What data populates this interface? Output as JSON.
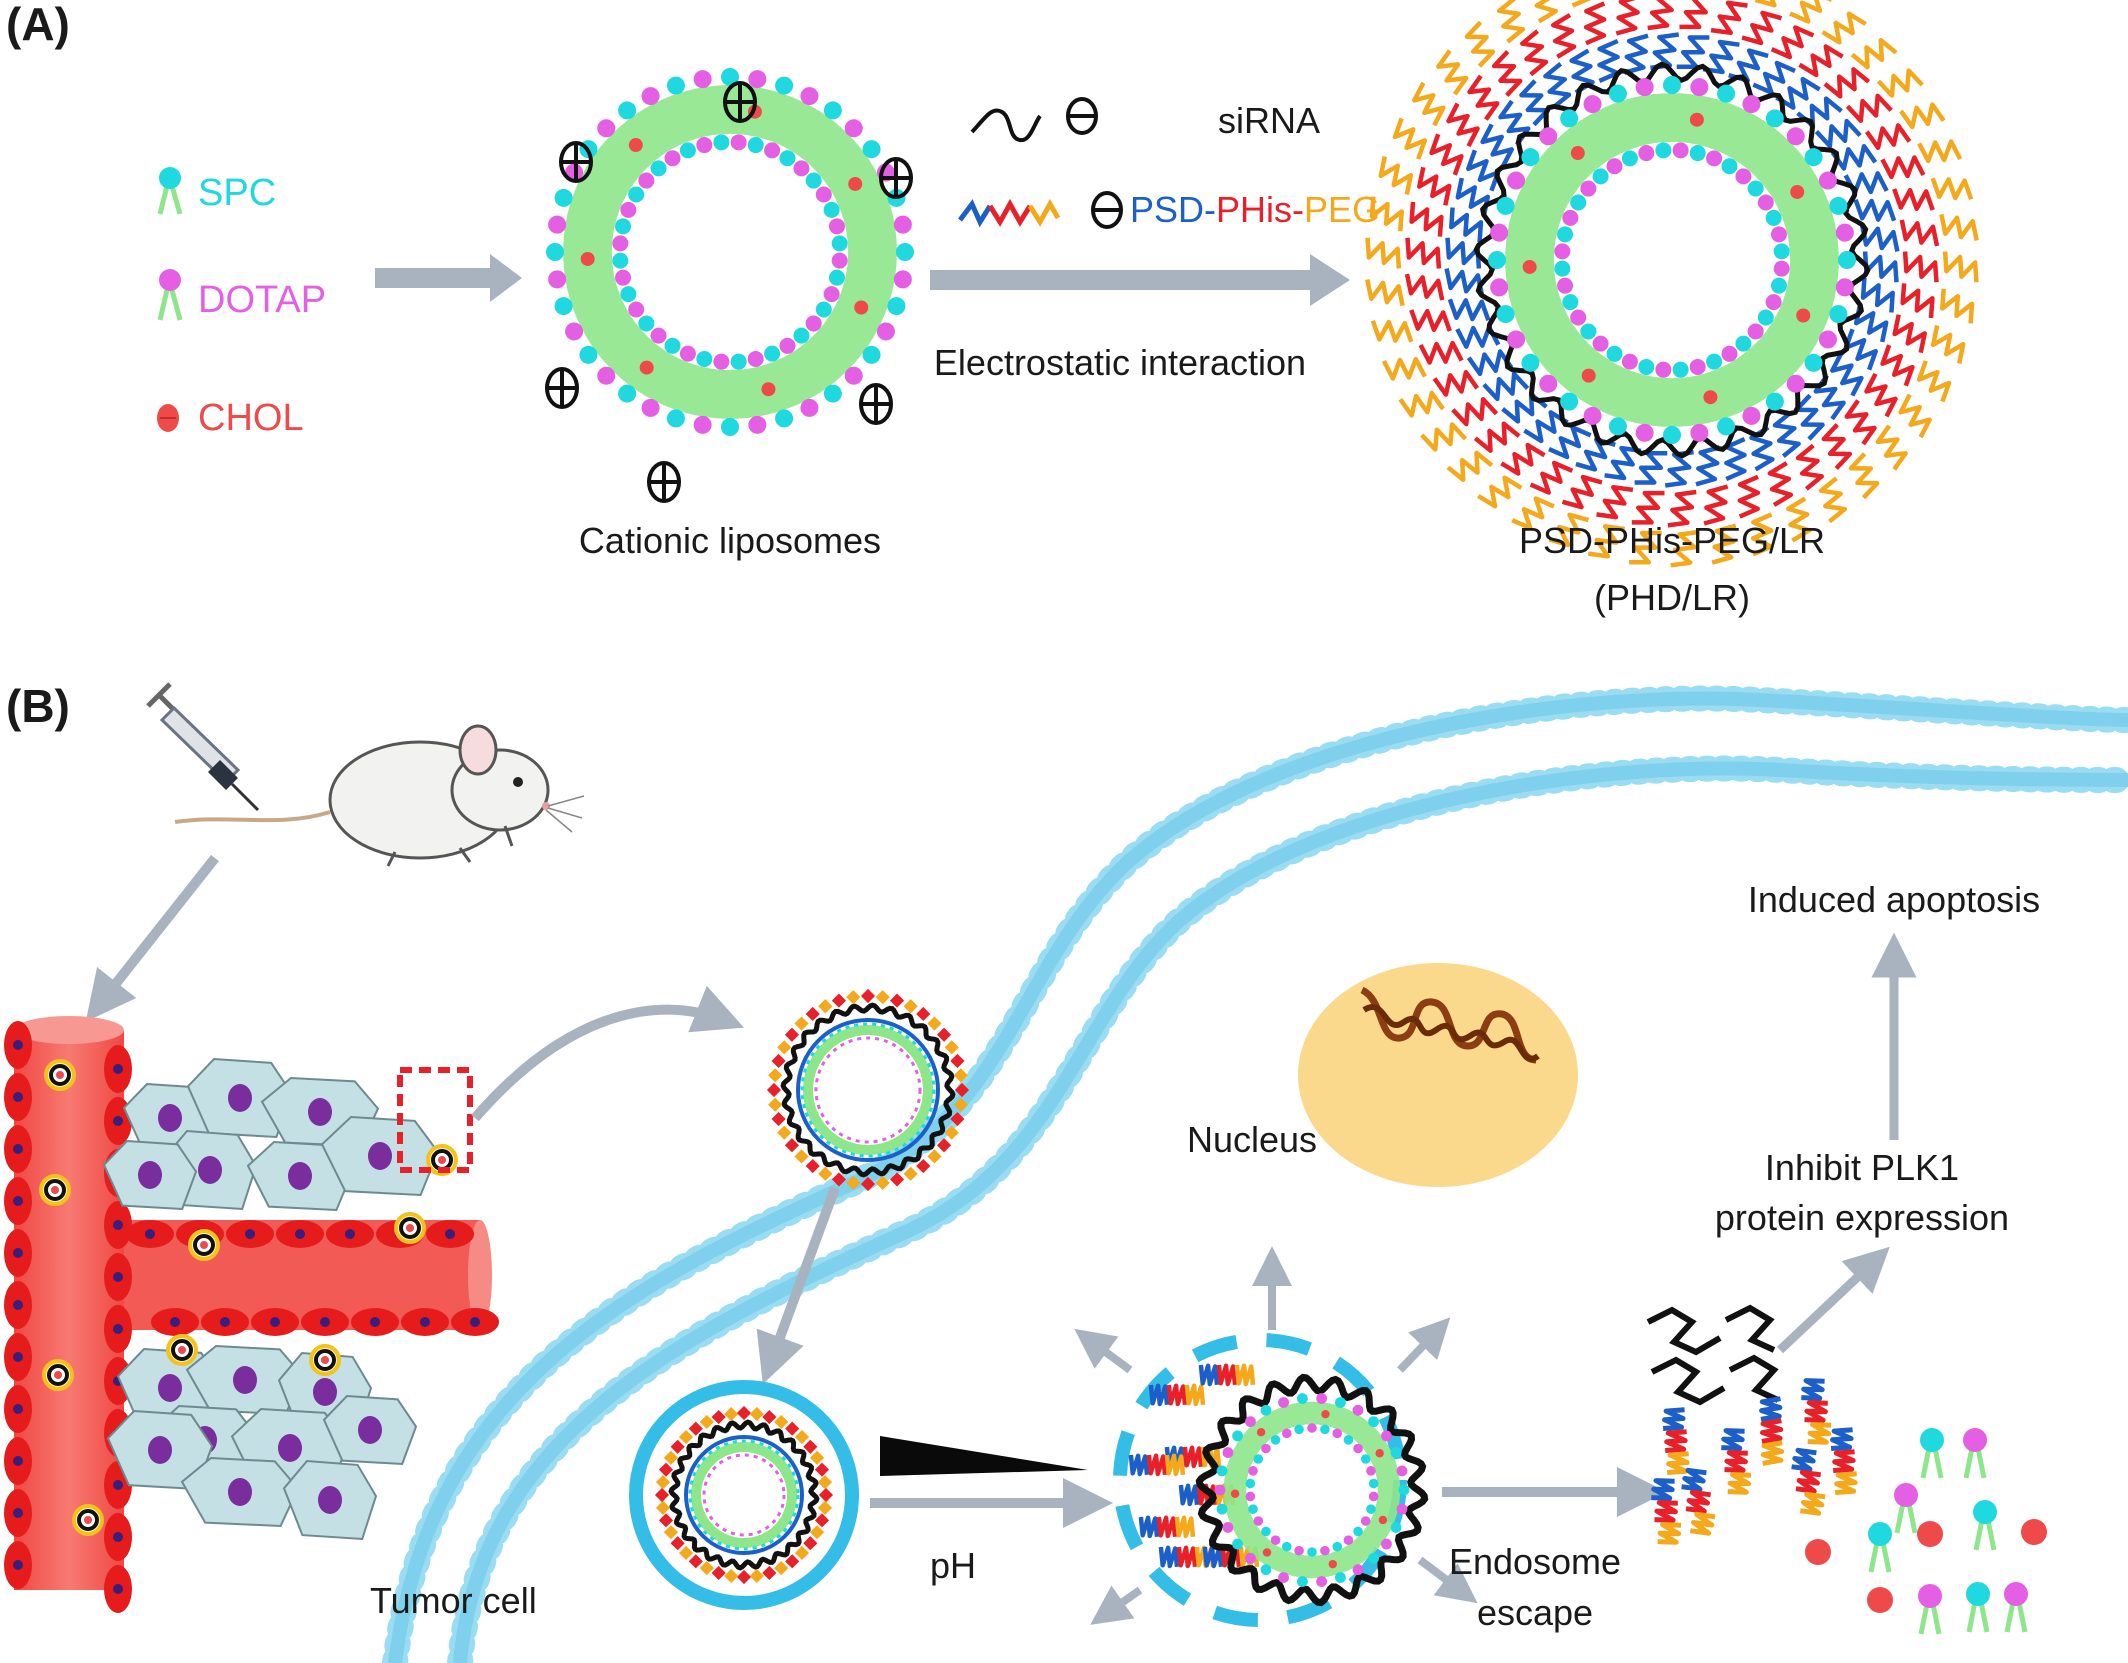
{
  "panel_a": {
    "label": "(A)",
    "legend": [
      {
        "text": "SPC",
        "color": "#1fd8e0"
      },
      {
        "text": "DOTAP",
        "color": "#e45fe3"
      },
      {
        "text": "CHOL",
        "color": "#ef4a4a"
      }
    ],
    "cationic_label": "Cationic liposomes",
    "sirna_label": "siRNA",
    "polymer_label": {
      "psd": "PSD",
      "dash1": "-",
      "phis": "PHis",
      "dash2": "-",
      "peg": "PEG"
    },
    "arrow_label": "Electrostatic interaction",
    "product_label": "PSD-PHis-PEG/LR",
    "product_sublabel": "(PHD/LR)"
  },
  "panel_b": {
    "label": "(B)",
    "nucleus_label": "Nucleus",
    "tumor_label": "Tumor cell",
    "ph_label": "pH",
    "endosome_label_1": "Endosome",
    "endosome_label_2": "escape",
    "inhibit_label_1": "Inhibit PLK1",
    "inhibit_label_2": "protein expression",
    "apoptosis_label": "Induced apoptosis"
  },
  "colors": {
    "spc": "#1fd8e0",
    "dotap": "#e45fe3",
    "chol": "#ef4a4a",
    "lipid_tail": "#8ee68a",
    "psd": "#1c5fc8",
    "phis": "#e8202a",
    "peg": "#f4a81c",
    "membrane": "#7fd0ec",
    "membrane_head": "#9adcf2",
    "arrow": "#a9b3bf",
    "vessel": "#f25a55",
    "rbc": "#e61c1c",
    "tissue_cell": "#c4e0e4",
    "cell_nucleus": "#7a2d9c",
    "nucleus": "#fbd98c"
  }
}
